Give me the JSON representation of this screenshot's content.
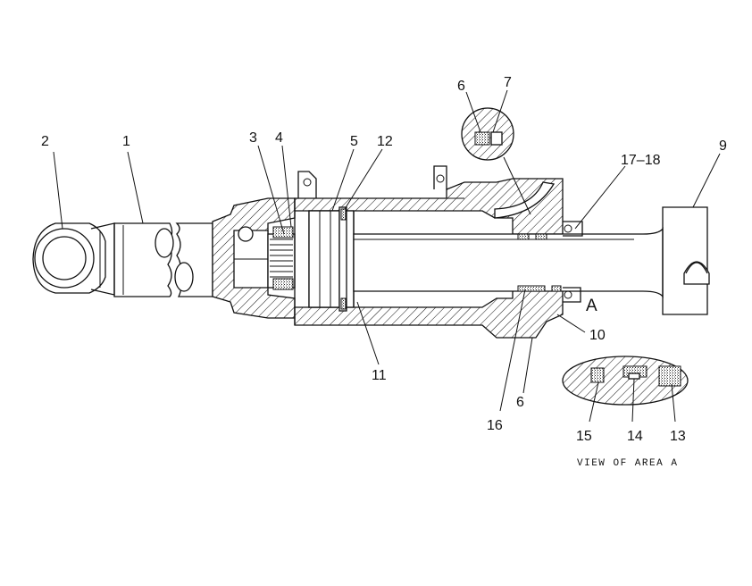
{
  "callouts": {
    "c1": "1",
    "c2": "2",
    "c3": "3",
    "c4": "4",
    "c5": "5",
    "c6_top": "6",
    "c6_bottom": "6",
    "c7": "7",
    "c9": "9",
    "c10": "10",
    "c11": "11",
    "c12": "12",
    "c13": "13",
    "c14": "14",
    "c15": "15",
    "c16": "16",
    "c17_18": "17–18"
  },
  "area_marker": "A",
  "detail_caption": "VIEW OF AREA A"
}
